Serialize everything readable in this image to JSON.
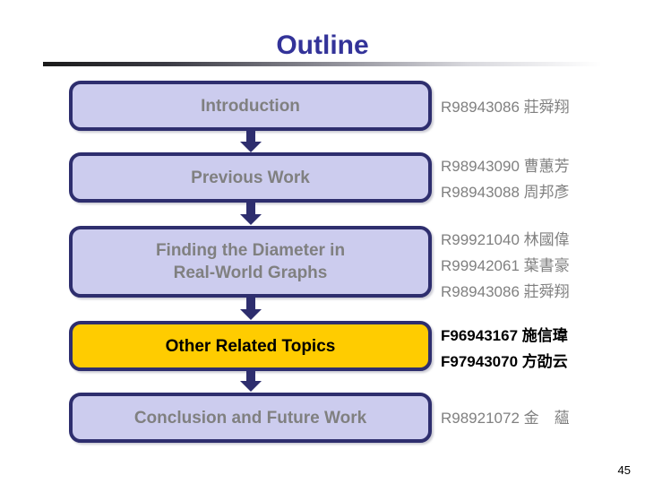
{
  "slide": {
    "title": "Outline",
    "page_number": "45",
    "colors": {
      "title": "#333399",
      "box_border": "#2e2e6e",
      "box_fill": "#ccccee",
      "box_text": "#808080",
      "highlight_fill": "#ffcc00",
      "highlight_text": "#000000",
      "member_text": "#808080",
      "member_text_highlight": "#000000",
      "background": "#ffffff"
    }
  },
  "flow": {
    "items": [
      {
        "id": "introduction",
        "label": "Introduction",
        "highlighted": false,
        "members": "R98943086 莊舜翔"
      },
      {
        "id": "previous-work",
        "label": "Previous Work",
        "highlighted": false,
        "members": "R98943090 曹蕙芳\nR98943088 周邦彥"
      },
      {
        "id": "finding-the-diameter",
        "label": "Finding the Diameter in\nReal-World Graphs",
        "highlighted": false,
        "members": "R99921040 林國偉\nR99942061 葉書豪\nR98943086 莊舜翔"
      },
      {
        "id": "other-related-topics",
        "label": "Other Related Topics",
        "highlighted": true,
        "members": "F96943167 施信瑋\nF97943070 方劭云"
      },
      {
        "id": "conclusion-and-future-work",
        "label": "Conclusion and Future Work",
        "highlighted": false,
        "members": "R98921072 金　蘊"
      }
    ]
  }
}
